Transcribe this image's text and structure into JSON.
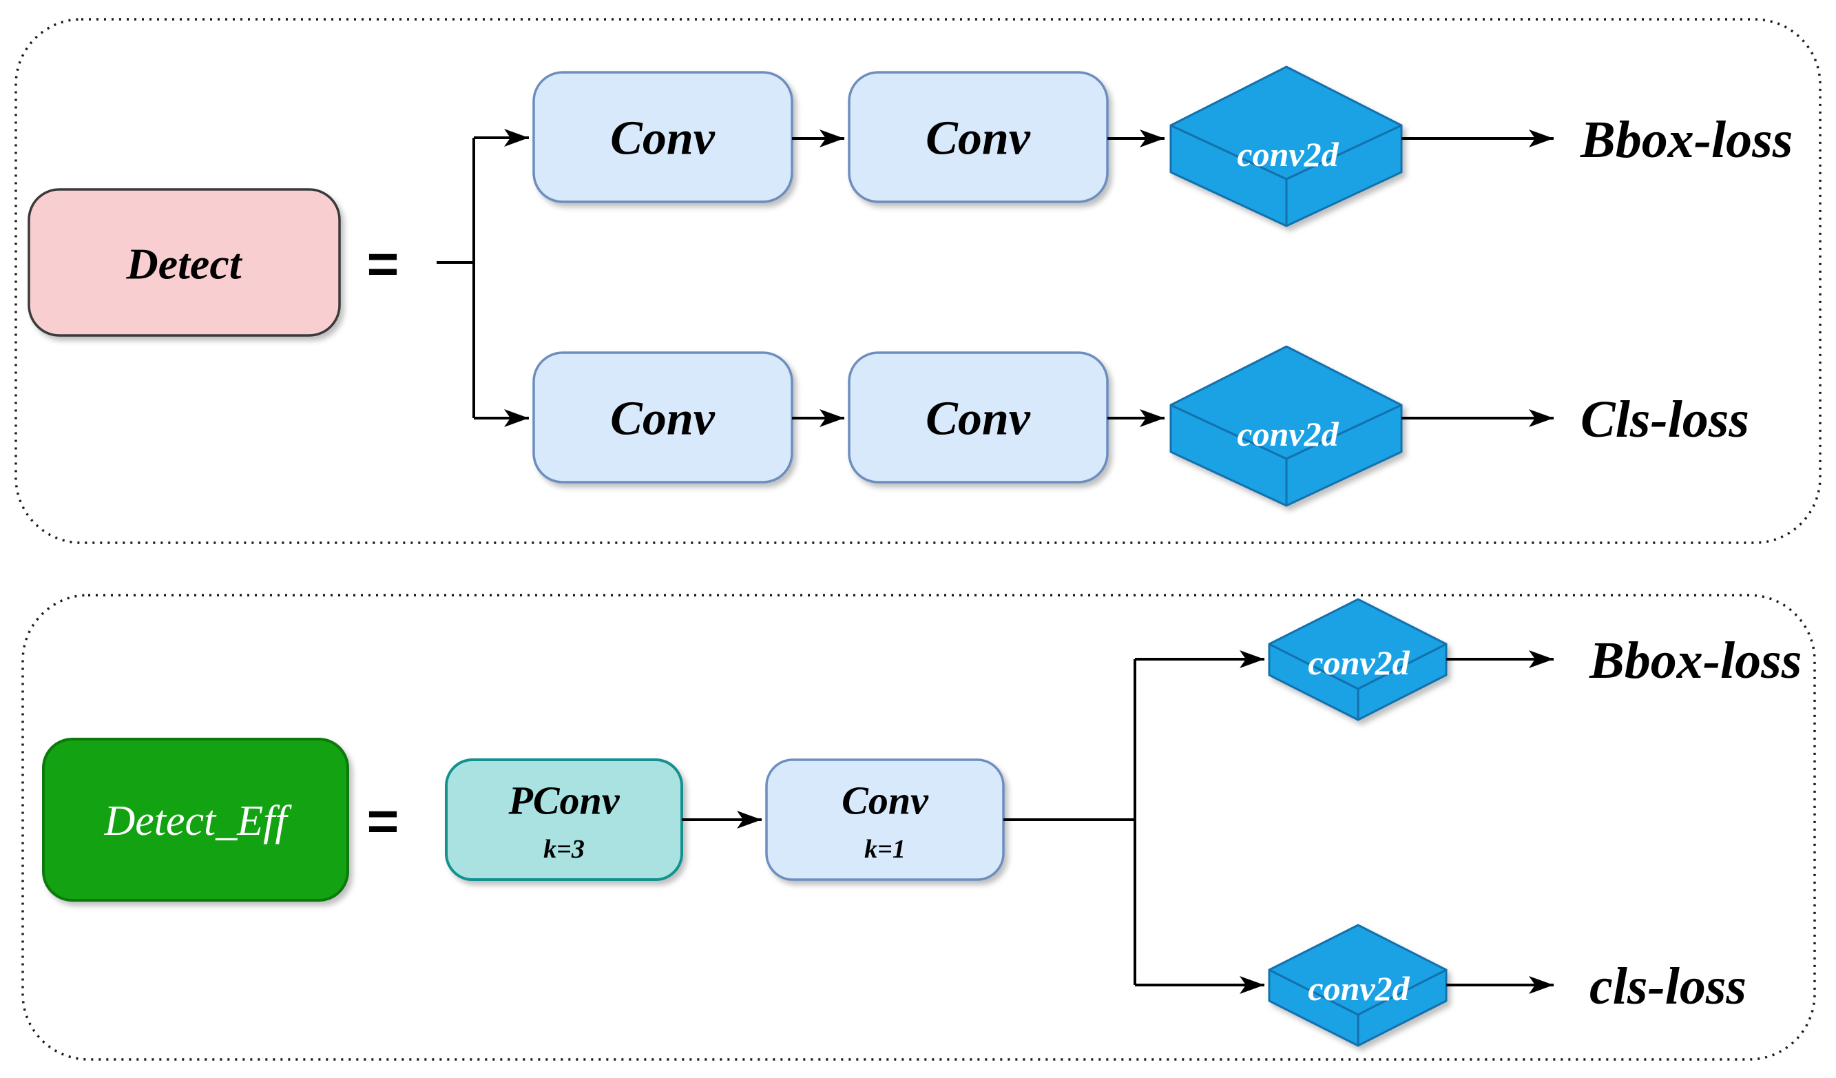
{
  "diagram": {
    "top_panel": {
      "node": "Detect",
      "equals": "=",
      "row1": {
        "conv1": "Conv",
        "conv2": "Conv",
        "conv2d": "conv2d",
        "output": "Bbox-loss"
      },
      "row2": {
        "conv1": "Conv",
        "conv2": "Conv",
        "conv2d": "conv2d",
        "output": "Cls-loss"
      }
    },
    "bottom_panel": {
      "node": "Detect_Eff",
      "equals": "=",
      "pconv": {
        "label": "PConv",
        "kernel": "k=3"
      },
      "conv": {
        "label": "Conv",
        "kernel": "k=1"
      },
      "branch1": {
        "conv2d": "conv2d",
        "output": "Bbox-loss"
      },
      "branch2": {
        "conv2d": "conv2d",
        "output": "cls-loss"
      }
    },
    "colors": {
      "detect_fill": "#F9CED0",
      "detect_border": "#3a3a3a",
      "detect_eff_fill": "#12A212",
      "detect_eff_border": "#0B7A0B",
      "conv_fill": "#D8E9FB",
      "conv_border": "#6C8EBF",
      "pconv_fill": "#A9E2E1",
      "pconv_border": "#12918F",
      "conv2d_fill": "#1BA2E5",
      "conv2d_border": "#1371AD",
      "line": "#000000",
      "panel_border": "#1a1a1a",
      "background": "#FFFFFF"
    }
  }
}
